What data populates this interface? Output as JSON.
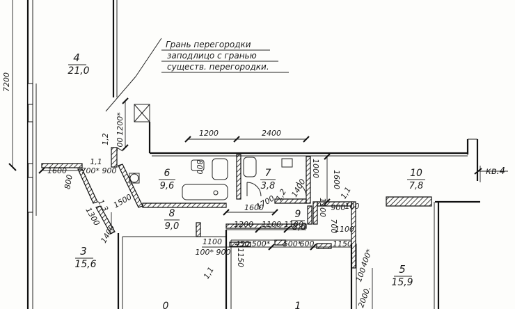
{
  "note": {
    "lines": [
      "Грань перегородки",
      "заподлицо с гранью",
      "существ. перегородки."
    ]
  },
  "rooms": [
    {
      "id": "r4",
      "number": "4",
      "area": "21,0"
    },
    {
      "id": "r3",
      "number": "3",
      "area": "15,6"
    },
    {
      "id": "r5",
      "number": "5",
      "area": "15,9"
    },
    {
      "id": "r6",
      "number": "6",
      "area": "9,6"
    },
    {
      "id": "r7",
      "number": "7",
      "area": "3,8"
    },
    {
      "id": "r8",
      "number": "8",
      "area": "9,0"
    },
    {
      "id": "r9",
      "number": "9",
      "area": "8,8"
    },
    {
      "id": "r10",
      "number": "10",
      "area": "7,8"
    },
    {
      "id": "r0",
      "number": "0",
      "area": ""
    },
    {
      "id": "r1",
      "number": "1",
      "area": ""
    }
  ],
  "dims": {
    "d7200": "7200",
    "d1200top": "1200",
    "d2400": "2400",
    "d1200v": "1200*",
    "d700": "700",
    "d12a": "1,2",
    "d1600left": "1600",
    "d800": "800",
    "d11": "1,1",
    "d900": "700* 900",
    "d1500": "1500",
    "d13": "1,3",
    "d1300": "1300",
    "d1400": "1400",
    "d800b": "800",
    "d1000": "1000",
    "d1600v": "1600",
    "d17": "1700",
    "d12b": "1,2",
    "d1400b": "1400",
    "d1600mid": "1600",
    "d1200b": "1200",
    "d1100a": "1100",
    "d1100b": "1100",
    "d11b": "1,1",
    "d900b": "900",
    "d100": "100",
    "d700b": "700",
    "d1100v": "1100",
    "d1100c": "1100",
    "d900c": "100* 900",
    "d1150": "1150",
    "d450": "450",
    "d500": "500*",
    "d500b": "500*",
    "d600": "600",
    "d1150b": "1150",
    "d1100d": "1100",
    "d400": "400*",
    "d100b": "100",
    "d2000": "2000.",
    "d11c": "1,1",
    "d1150c": "1150",
    "kv": "кв.4"
  }
}
